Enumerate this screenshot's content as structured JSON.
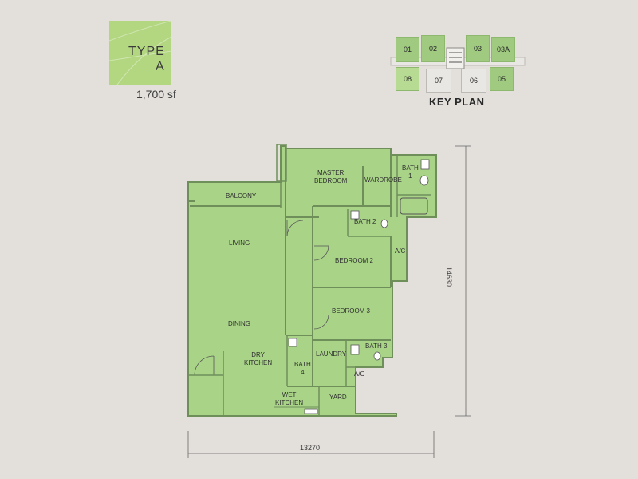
{
  "unit_type": {
    "line1": "TYPE",
    "line2": "A"
  },
  "area": "1,700 sf",
  "key_plan": {
    "title": "KEY PLAN",
    "units": [
      "01",
      "02",
      "03",
      "03A",
      "08",
      "07",
      "06",
      "05"
    ]
  },
  "rooms": {
    "master_bedroom": [
      "MASTER",
      "BEDROOM"
    ],
    "wardrobe": "WARDROBE",
    "bath1": [
      "BATH",
      "1"
    ],
    "balcony": "BALCONY",
    "living": "LIVING",
    "bath2": "BATH 2",
    "ac_top": "A/C",
    "bedroom2": "BEDROOM 2",
    "bedroom3": "BEDROOM 3",
    "dining": "DINING",
    "dry_kitchen": [
      "DRY",
      "KITCHEN"
    ],
    "laundry": "LAUNDRY",
    "bath3": "BATH 3",
    "bath4": [
      "BATH",
      "4"
    ],
    "ac_bottom": "A/C",
    "wet_kitchen": [
      "WET",
      "KITCHEN"
    ],
    "yard": "YARD"
  },
  "dimensions": {
    "width": "13270",
    "height": "14630"
  },
  "colors": {
    "floor": "#a9d488",
    "wall": "#6f8f5a",
    "background": "#e3e0dc"
  }
}
